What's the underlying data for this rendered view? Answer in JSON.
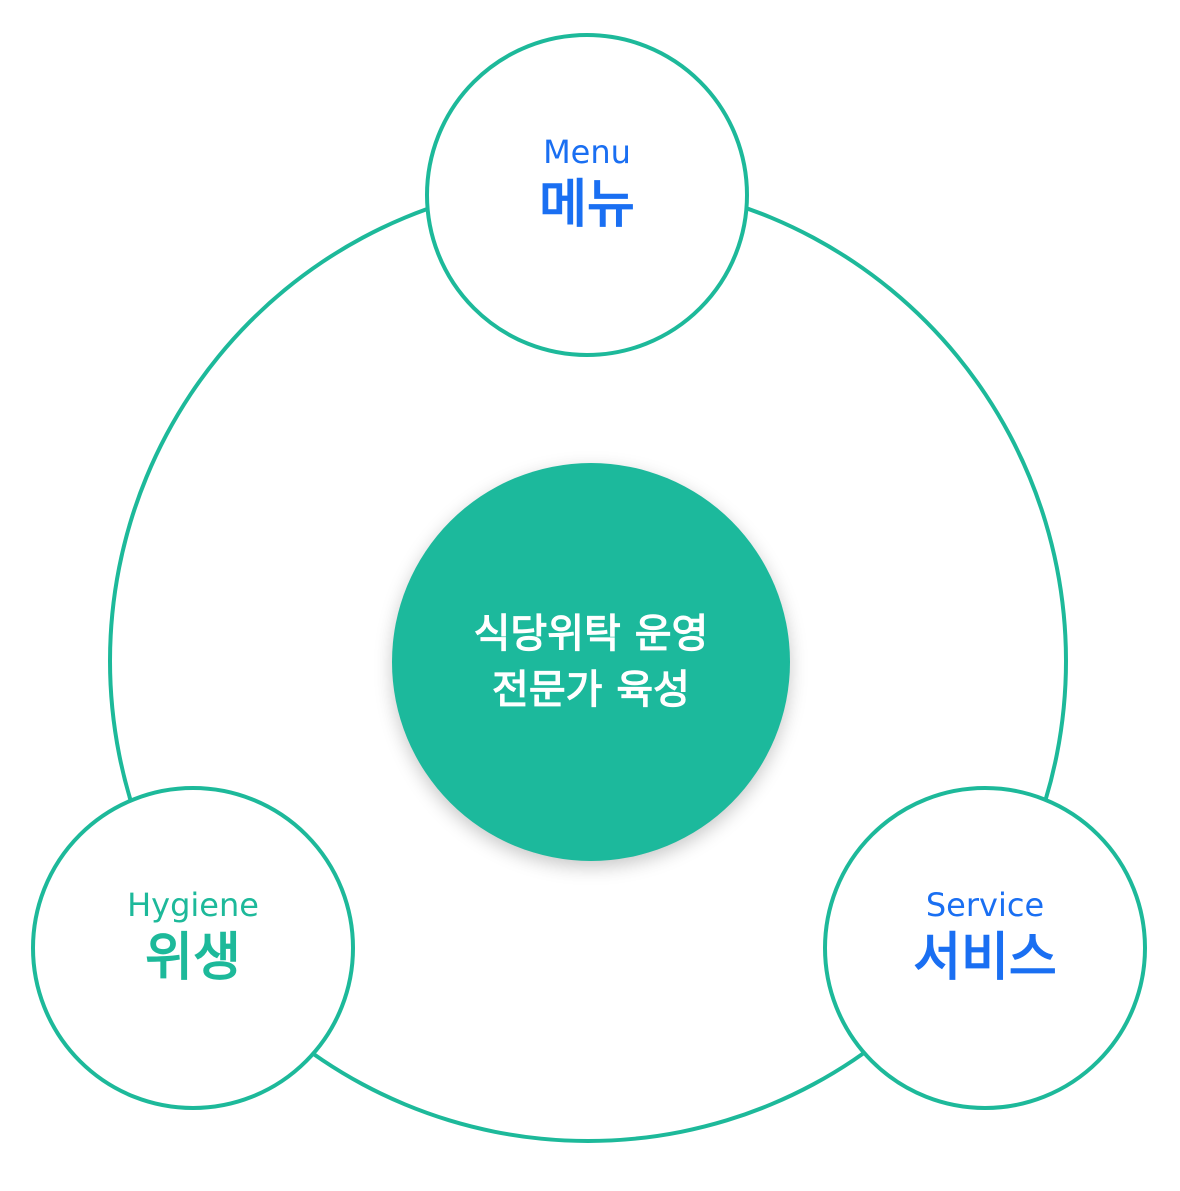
{
  "center": {
    "line1": "식당위탁 운영",
    "line2": "전문가 육성",
    "color": "#1cb99c"
  },
  "nodes": {
    "menu": {
      "en": "Menu",
      "ko": "메뉴",
      "color": "#1a6ff2"
    },
    "hygiene": {
      "en": "Hygiene",
      "ko": "위생",
      "color": "#1db99a"
    },
    "service": {
      "en": "Service",
      "ko": "서비스",
      "color": "#1a6ff2"
    }
  },
  "ring_color": "#1db99a"
}
